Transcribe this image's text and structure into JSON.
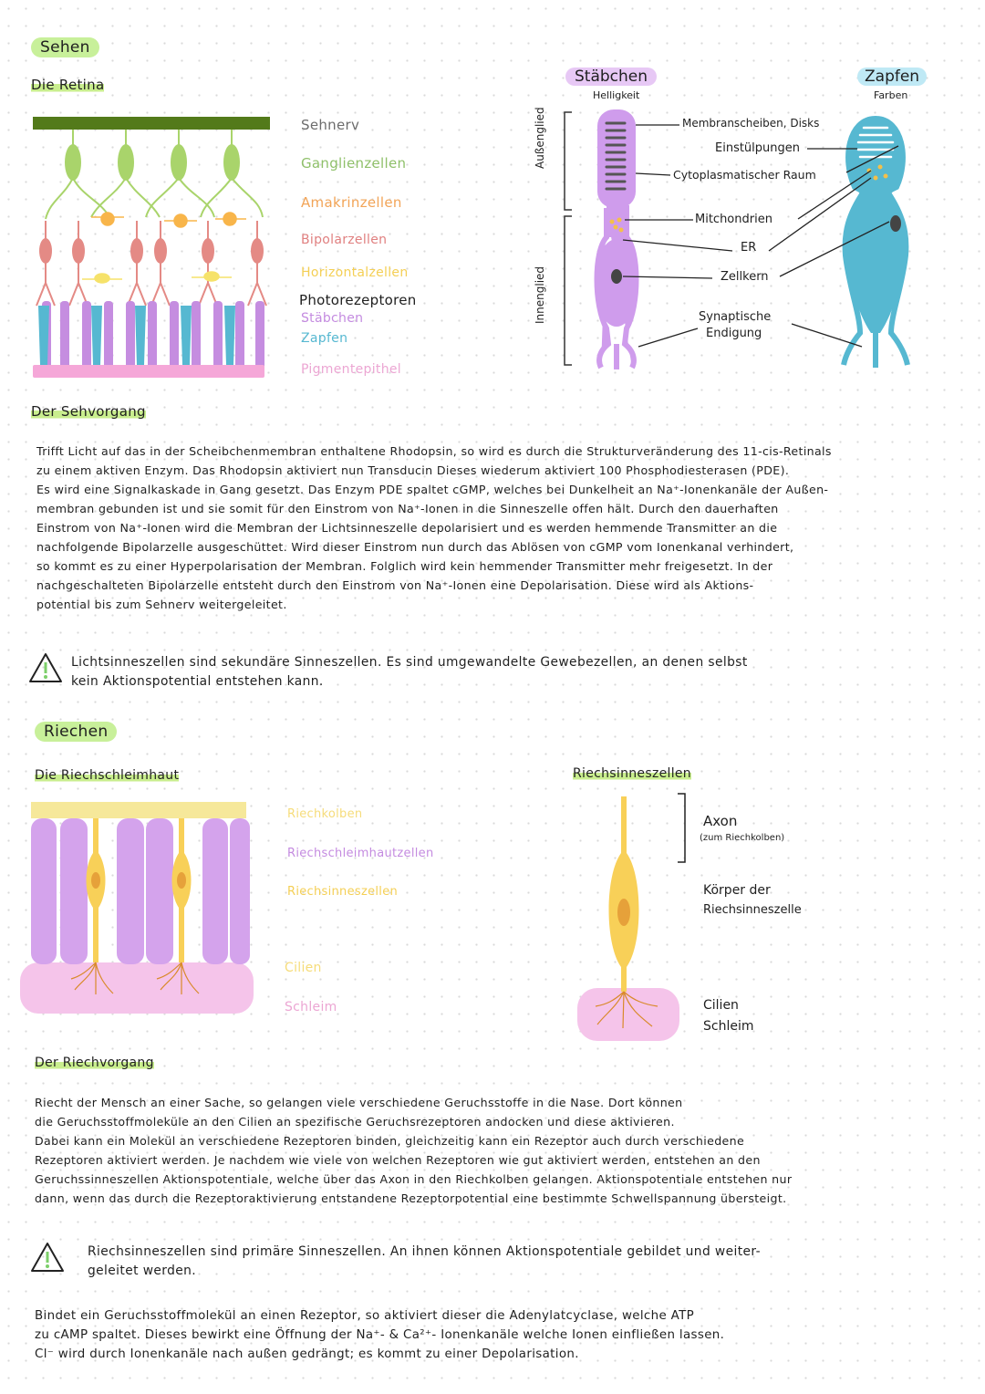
{
  "sehen": {
    "heading": "Sehen",
    "retina_title": "Die Retina",
    "retina_labels": {
      "sehnerv": "Sehnerv",
      "ganglienzellen": "Ganglienzellen",
      "amakrinzellen": "Amakrinzellen",
      "bipolarzellen": "Bipolarzellen",
      "horizontalzellen": "Horizontalzellen",
      "photorezeptoren": "Photorezeptoren",
      "staebchen": "Stäbchen",
      "zapfen": "Zapfen",
      "pigmentepithel": "Pigmentepithel"
    },
    "staebchen_title": "Stäbchen",
    "staebchen_sub": "Helligkeit",
    "zapfen_title": "Zapfen",
    "zapfen_sub": "Farben",
    "aussenglied": "Außenglied",
    "innenglied": "Innenglied",
    "cell_labels": {
      "membranscheiben": "Membranscheiben, Disks",
      "einstuelpungen": "Einstülpungen",
      "cytoplasma": "Cytoplasmatischer Raum",
      "mitochondrien": "Mitchondrien",
      "er": "ER",
      "zellkern": "Zellkern",
      "synapse_1": "Synaptische",
      "synapse_2": "Endigung"
    },
    "sehvorgang_title": "Der Sehvorgang",
    "sehvorgang_lines": [
      "Trifft Licht auf das in der Scheibchenmembran enthaltene Rhodopsin, so wird es durch die Strukturveränderung des 11-cis-Retinals",
      "zu einem aktiven Enzym. Das Rhodopsin aktiviert nun Transducin Dieses wiederum aktiviert 100 Phosphodiesterasen (PDE).",
      "Es wird eine Signalkaskade in Gang gesetzt. Das Enzym PDE spaltet cGMP, welches bei Dunkelheit an Na⁺-Ionenkanäle der Außen-",
      "membran gebunden ist und sie somit für den Einstrom von Na⁺-Ionen in die Sinneszelle offen hält. Durch den dauerhaften",
      "Einstrom von Na⁺-Ionen wird die Membran der Lichtsinneszelle depolarisiert und es werden hemmende Transmitter an die",
      "nachfolgende Bipolarzelle ausgeschüttet. Wird dieser Einstrom nun durch das Ablösen von cGMP vom Ionenkanal verhindert,",
      "so kommt es zu einer Hyperpolarisation der Membran. Folglich wird kein hemmender Transmitter mehr freigesetzt. In der",
      "nachgeschalteten Bipolarzelle entsteht durch den Einstrom von Na⁺-Ionen eine Depolarisation. Diese wird als Aktions-",
      "potential bis zum Sehnerv weitergeleitet."
    ],
    "warn_line1": "Lichtsinneszellen sind sekundäre Sinneszellen. Es sind umgewandelte Gewebezellen, an denen selbst",
    "warn_line2": "kein Aktionspotential entstehen kann."
  },
  "riechen": {
    "heading": "Riechen",
    "schleimhaut_title": "Die Riechschleimhaut",
    "schleimhaut_labels": {
      "riechkolben": "Riechkolben",
      "riechschleimhautzellen": "Riechschleimhautzellen",
      "riechsinneszellen": "Riechsinneszellen",
      "cilien": "Cilien",
      "schleim": "Schleim"
    },
    "sinneszelle_title": "Riechsinneszellen",
    "sinneszelle_labels": {
      "axon": "Axon",
      "axon_sub": "(zum Riechkolben)",
      "koerper_1": "Körper der",
      "koerper_2": "Riechsinneszelle",
      "cilien": "Cilien",
      "schleim": "Schleim"
    },
    "riechvorgang_title": "Der Riechvorgang",
    "riechvorgang_lines": [
      "Riecht der Mensch an einer Sache, so gelangen viele verschiedene Geruchsstoffe in die Nase. Dort können",
      "die Geruchsstoffmoleküle an den Cilien an spezifische Geruchsrezeptoren andocken und diese aktivieren.",
      "Dabei kann ein Molekül an verschiedene Rezeptoren binden, gleichzeitig kann ein Rezeptor auch durch verschiedene",
      "Rezeptoren aktiviert werden. Je nachdem wie viele von welchen Rezeptoren wie gut aktiviert werden, entstehen an den",
      "Geruchssinneszellen Aktionspotentiale, welche über das Axon in den Riechkolben gelangen. Aktionspotentiale entstehen nur",
      "dann, wenn das durch die Rezeptoraktivierung entstandene Rezeptorpotential eine bestimmte Schwellspannung übersteigt."
    ],
    "warn_line1": "Riechsinneszellen sind primäre Sinneszellen. An ihnen können Aktionspotentiale gebildet und weiter-",
    "warn_line2": "geleitet werden.",
    "final_lines": [
      "Bindet ein Geruchsstoffmolekül an einen Rezeptor, so aktiviert dieser die Adenylatcyclase, welche ATP",
      "zu cAMP spaltet. Dieses bewirkt eine Öffnung der Na⁺- & Ca²⁺- Ionenkanäle welche Ionen einfließen lassen.",
      "Cl⁻ wird durch Ionenkanäle nach außen gedrängt; es kommt zu einer Depolarisation."
    ]
  }
}
